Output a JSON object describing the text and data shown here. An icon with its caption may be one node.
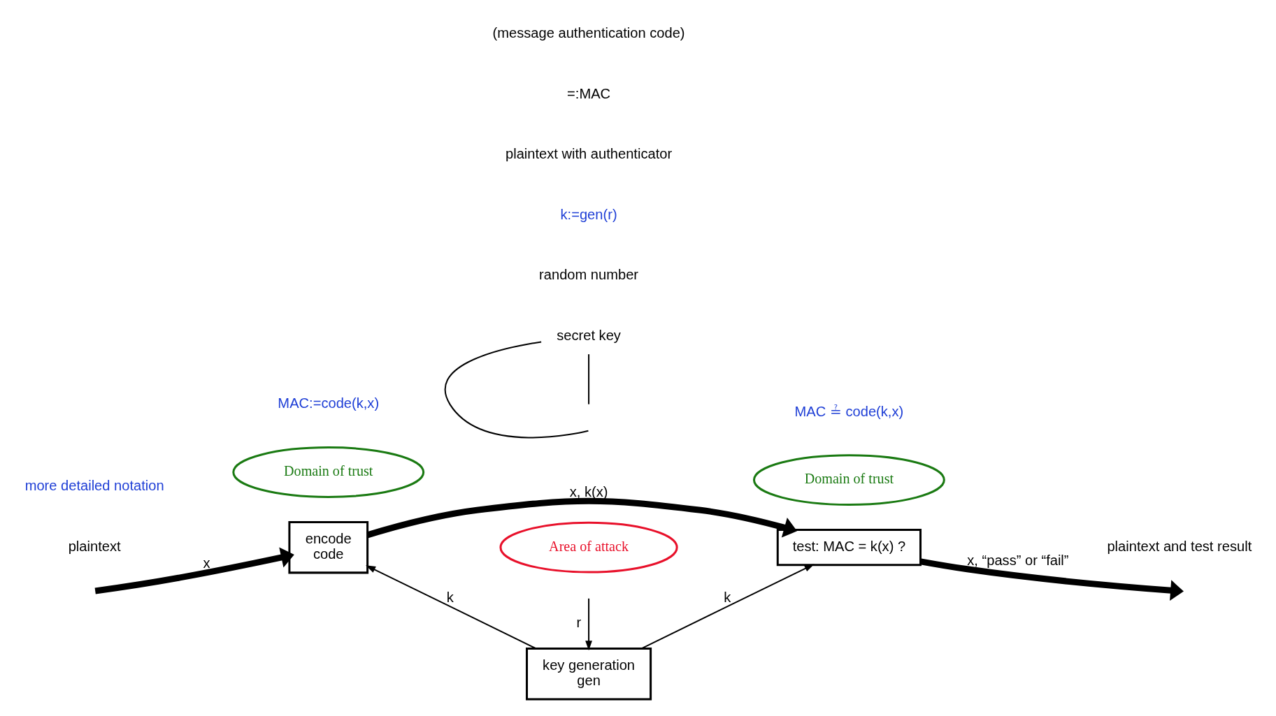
{
  "diagram": {
    "nodes": [
      {
        "text": [
          "key generation",
          "gen"
        ]
      },
      {
        "text": [
          "encode",
          "code"
        ]
      },
      {
        "text": [
          "test: MAC = k(x) ?"
        ]
      },
      {
        "text": [
          "Domain of trust"
        ]
      },
      {
        "text": [
          "Area of attack"
        ]
      },
      {
        "text": [
          "Domain of trust"
        ]
      },
      {
        "text": [
          "secret key"
        ]
      }
    ],
    "edges": [
      {
        "from": null,
        "to": 0,
        "arrow": "to",
        "label": "r"
      },
      {
        "from": 0,
        "to": 1,
        "arrow": "to",
        "label": "k"
      },
      {
        "from": 0,
        "to": 2,
        "arrow": "to",
        "label": "k"
      },
      {
        "from": null,
        "to": 1,
        "arrow": "to",
        "label": "x",
        "style": "thick"
      },
      {
        "from": 1,
        "to": 2,
        "arrow": "to",
        "label": "x, k(x)",
        "style": "thick"
      },
      {
        "from": 2,
        "to": null,
        "arrow": "to",
        "label": "x, “pass” or “fail”",
        "style": "thick"
      },
      {
        "from": 6,
        "to": null,
        "arrow": "none"
      },
      {
        "from": 6,
        "to": null,
        "arrow": "none"
      }
    ],
    "labels": [
      "more detailed notation",
      "random number",
      "k:=gen(r)",
      "plaintext",
      "MAC:=code(k,x)",
      "plaintext with authenticator",
      "=:MAC",
      "(message authentication code)",
      "plaintext and test result",
      "MAC ≟ code(k,x)"
    ]
  }
}
